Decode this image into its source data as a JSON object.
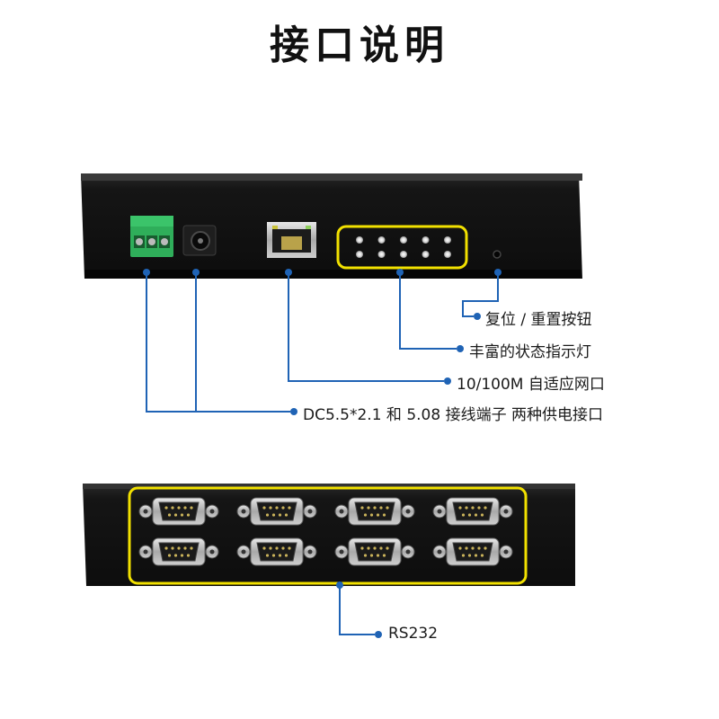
{
  "page": {
    "title": "接口说明"
  },
  "front_panel": {
    "callouts": {
      "reset": "复位 / 重置按钮",
      "leds": "丰富的状态指示灯",
      "ethernet": "10/100M 自适应网口",
      "power": "DC5.5*2.1 和 5.08 接线端子 两种供电接口"
    },
    "led_count": 10
  },
  "rear_panel": {
    "callouts": {
      "serial": "RS232"
    },
    "db9_port_count": 8
  },
  "colors": {
    "highlight": "#f2e100",
    "callout_line": "#1f63b5",
    "device_body": "#141414",
    "terminal_block": "#2fae5a",
    "background": "#ffffff"
  },
  "icons": [
    "terminal-block-icon",
    "dc-jack-icon",
    "rj45-port-icon",
    "status-led-icon",
    "reset-hole-icon",
    "db9-connector-icon"
  ]
}
